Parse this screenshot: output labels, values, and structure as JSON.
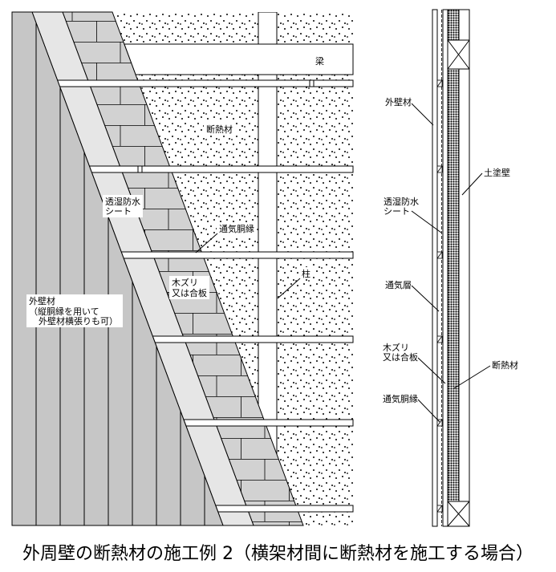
{
  "caption": "外周壁の断熱材の施工例 2（横架材間に断熱材を施工する場合）",
  "colors": {
    "siding": "#c6c6c6",
    "sheet": "#e6e6e6",
    "lath": "#d2d2d2"
  },
  "perspective": {
    "beam": "梁",
    "insulation": "断熱材",
    "sheet": [
      "透湿防水",
      "シート"
    ],
    "batten": "通気胴縁",
    "lath": [
      "木ズリ",
      "又は合板"
    ],
    "post": "柱",
    "siding": [
      "外壁材",
      "（縦胴縁を用いて",
      "外壁材横張りも可）"
    ]
  },
  "section": {
    "siding": "外壁材",
    "clay_wall": "土塗壁",
    "sheet": [
      "透湿防水",
      "シート"
    ],
    "air_layer": "通気層",
    "lath": [
      "木ズリ",
      "又は合板"
    ],
    "insulation": "断熱材",
    "batten": "通気胴縁"
  }
}
